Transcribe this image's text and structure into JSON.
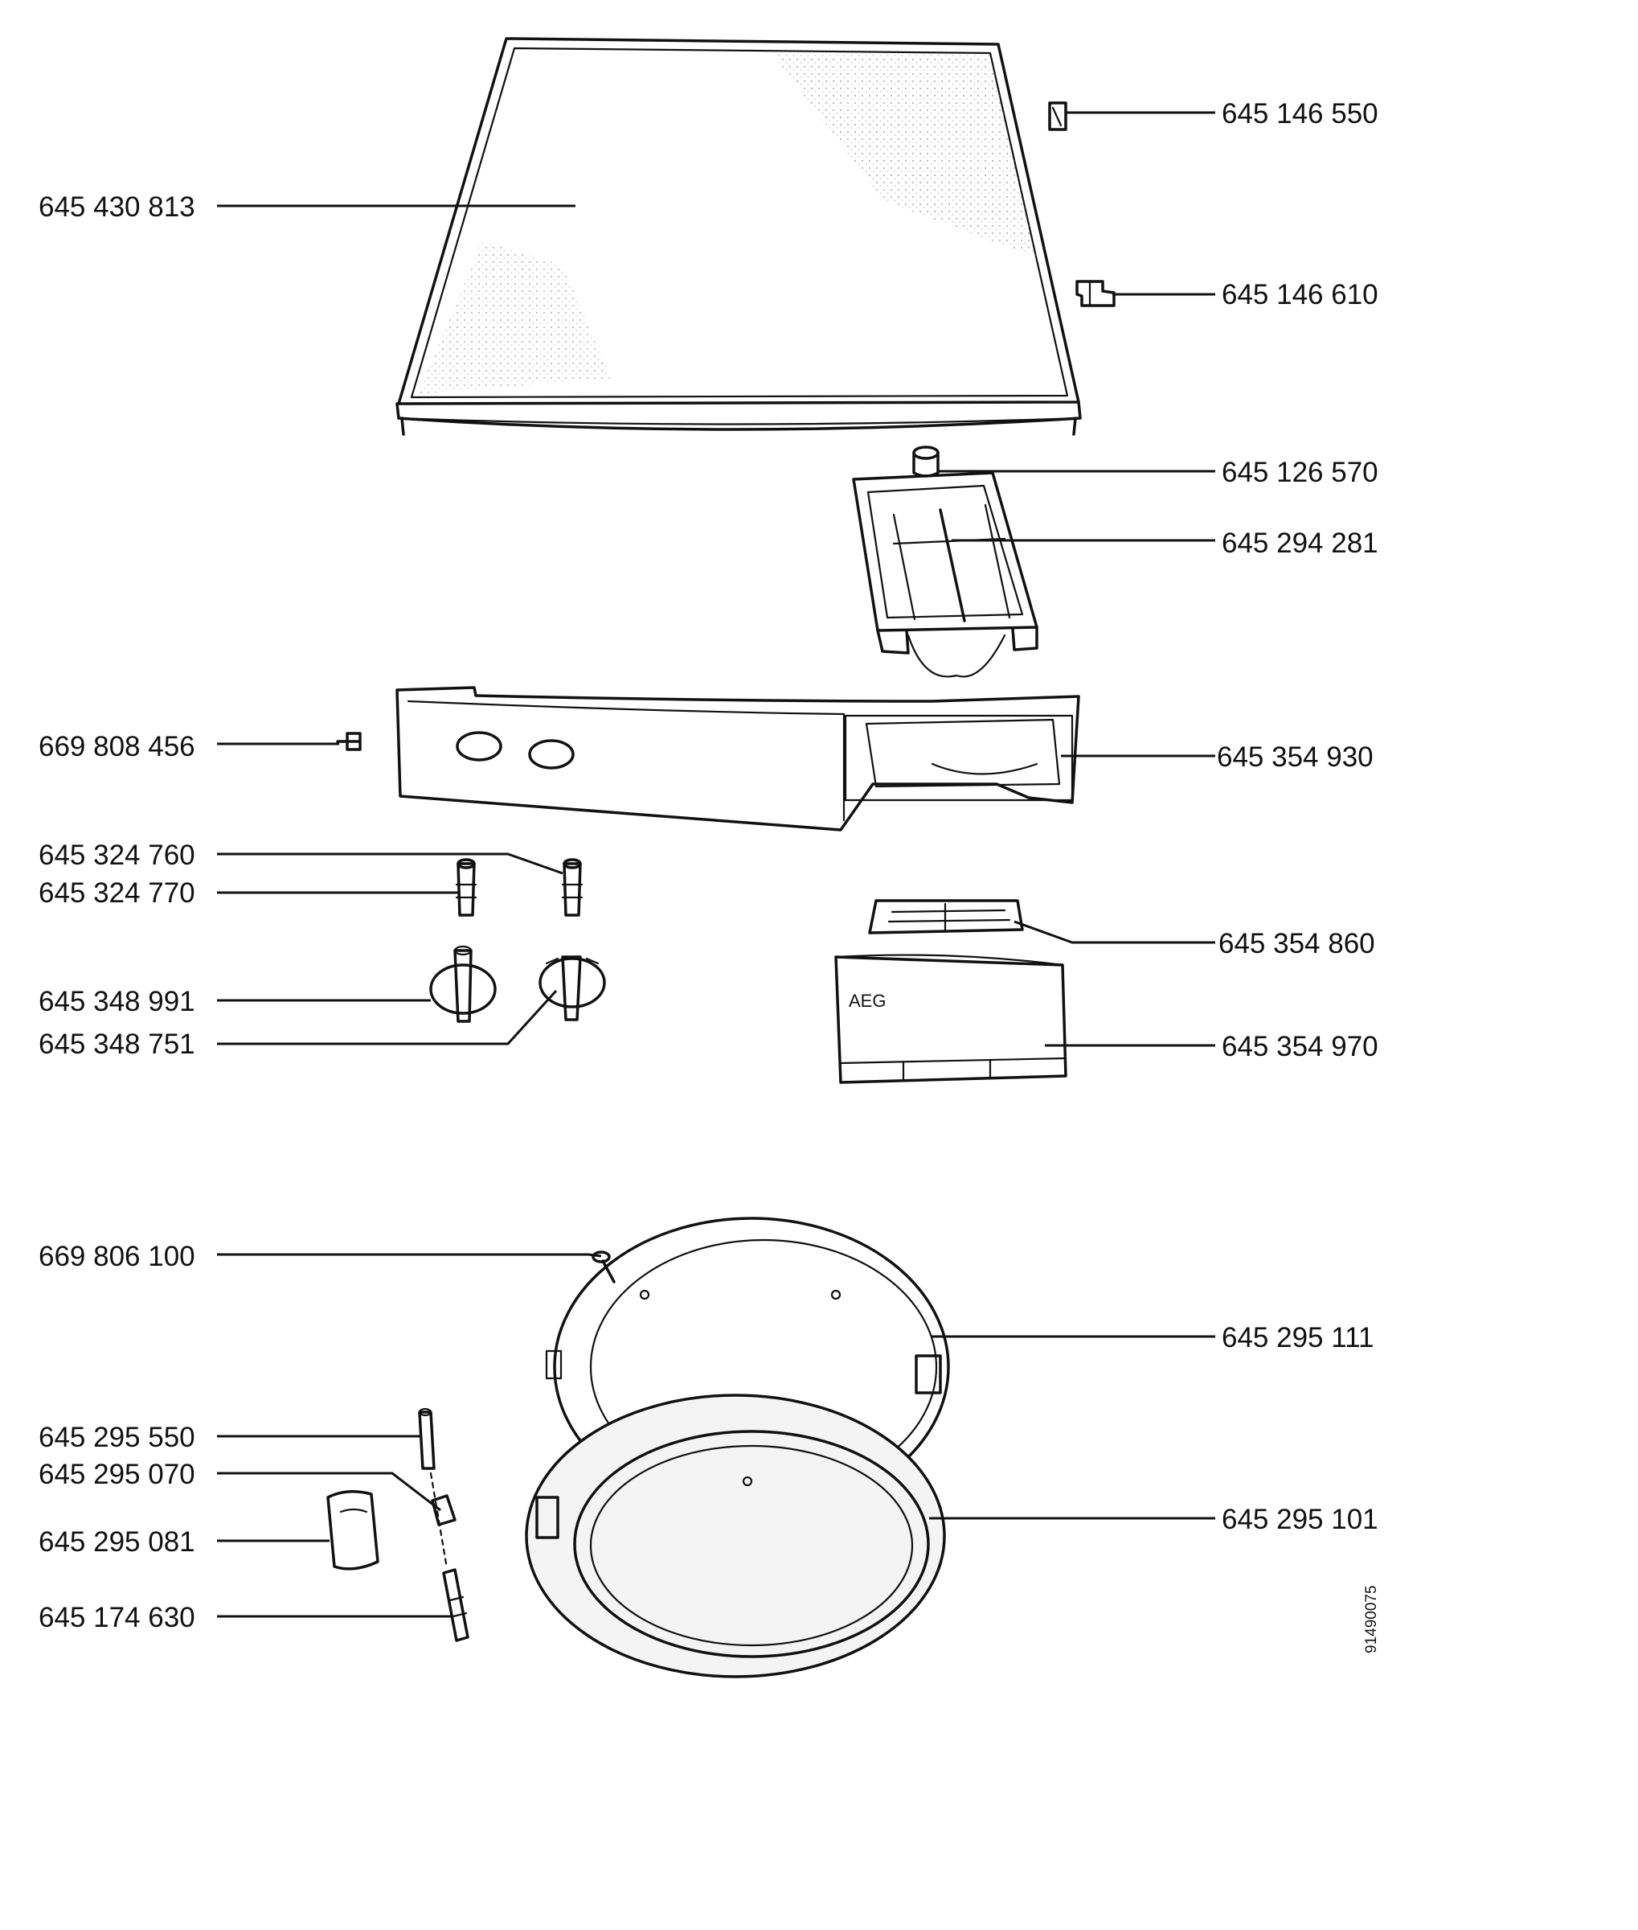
{
  "parts": {
    "p01": "645 430 813",
    "p02": "645 146 550",
    "p03": "645 146 610",
    "p04": "645 126 570",
    "p05": "645 294 281",
    "p06": "669 808 456",
    "p07": "645 354 930",
    "p08": "645 324 760",
    "p09": "645 324 770",
    "p10": "645 354 860",
    "p11": "645 348 991",
    "p12": "645 348 751",
    "p13": "645 354 970",
    "p14": "669 806 100",
    "p15": "645 295 111",
    "p16": "645 295 550",
    "p17": "645 295 070",
    "p18": "645 295 081",
    "p19": "645 295 101",
    "p20": "645 174 630"
  },
  "brand_text": "AEG",
  "drawing_number": "91490075"
}
